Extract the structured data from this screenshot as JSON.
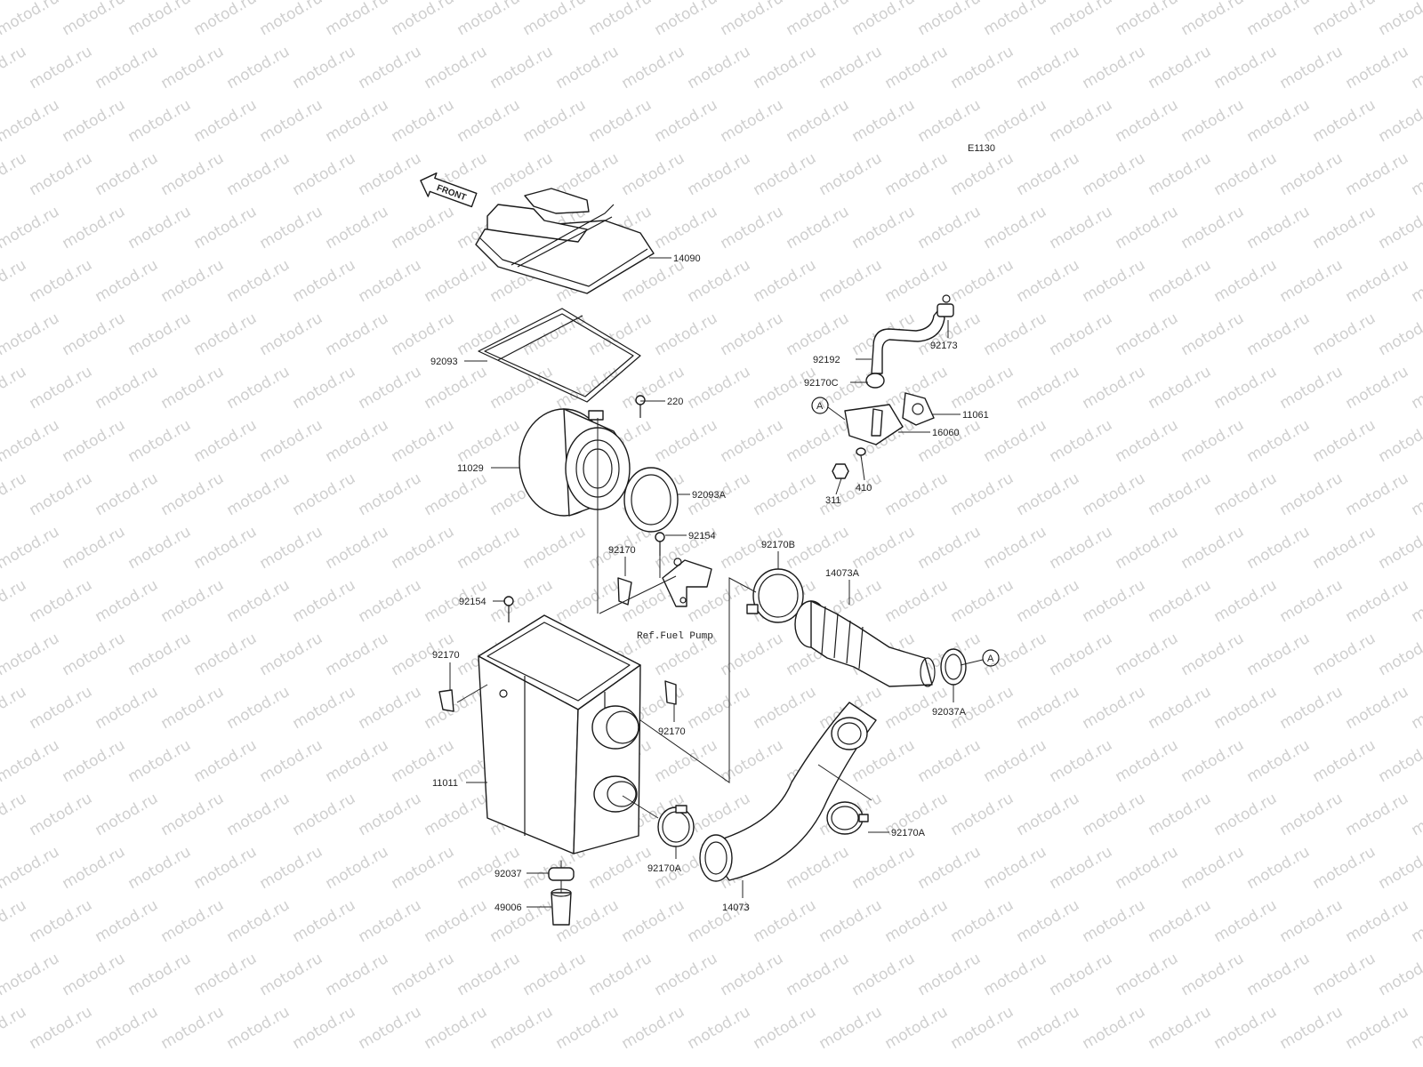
{
  "watermark": "motod.ru",
  "diagram_code": "E1130",
  "front_label": "FRONT",
  "reference_note": "Ref.Fuel Pump",
  "connector_marker": "A",
  "colors": {
    "line": "#1a1a1a",
    "watermark": "#cfcfcf",
    "background": "#ffffff"
  },
  "part_labels": [
    {
      "id": "p14090",
      "text": "14090"
    },
    {
      "id": "p92093",
      "text": "92093"
    },
    {
      "id": "p220",
      "text": "220"
    },
    {
      "id": "p11029",
      "text": "11029"
    },
    {
      "id": "p92093A",
      "text": "92093A"
    },
    {
      "id": "p92154a",
      "text": "92154"
    },
    {
      "id": "p92170a",
      "text": "92170"
    },
    {
      "id": "p92154b",
      "text": "92154"
    },
    {
      "id": "p92170b",
      "text": "92170"
    },
    {
      "id": "p92170c",
      "text": "92170"
    },
    {
      "id": "p11011",
      "text": "11011"
    },
    {
      "id": "p92037",
      "text": "92037"
    },
    {
      "id": "p49006",
      "text": "49006"
    },
    {
      "id": "p92170A1",
      "text": "92170A"
    },
    {
      "id": "p14073",
      "text": "14073"
    },
    {
      "id": "p92170A2",
      "text": "92170A"
    },
    {
      "id": "p92170B",
      "text": "92170B"
    },
    {
      "id": "p14073A",
      "text": "14073A"
    },
    {
      "id": "p92037A",
      "text": "92037A"
    },
    {
      "id": "p92192",
      "text": "92192"
    },
    {
      "id": "p92173",
      "text": "92173"
    },
    {
      "id": "p92170C",
      "text": "92170C"
    },
    {
      "id": "p11061",
      "text": "11061"
    },
    {
      "id": "p16060",
      "text": "16060"
    },
    {
      "id": "p410",
      "text": "410"
    },
    {
      "id": "p311",
      "text": "311"
    }
  ]
}
